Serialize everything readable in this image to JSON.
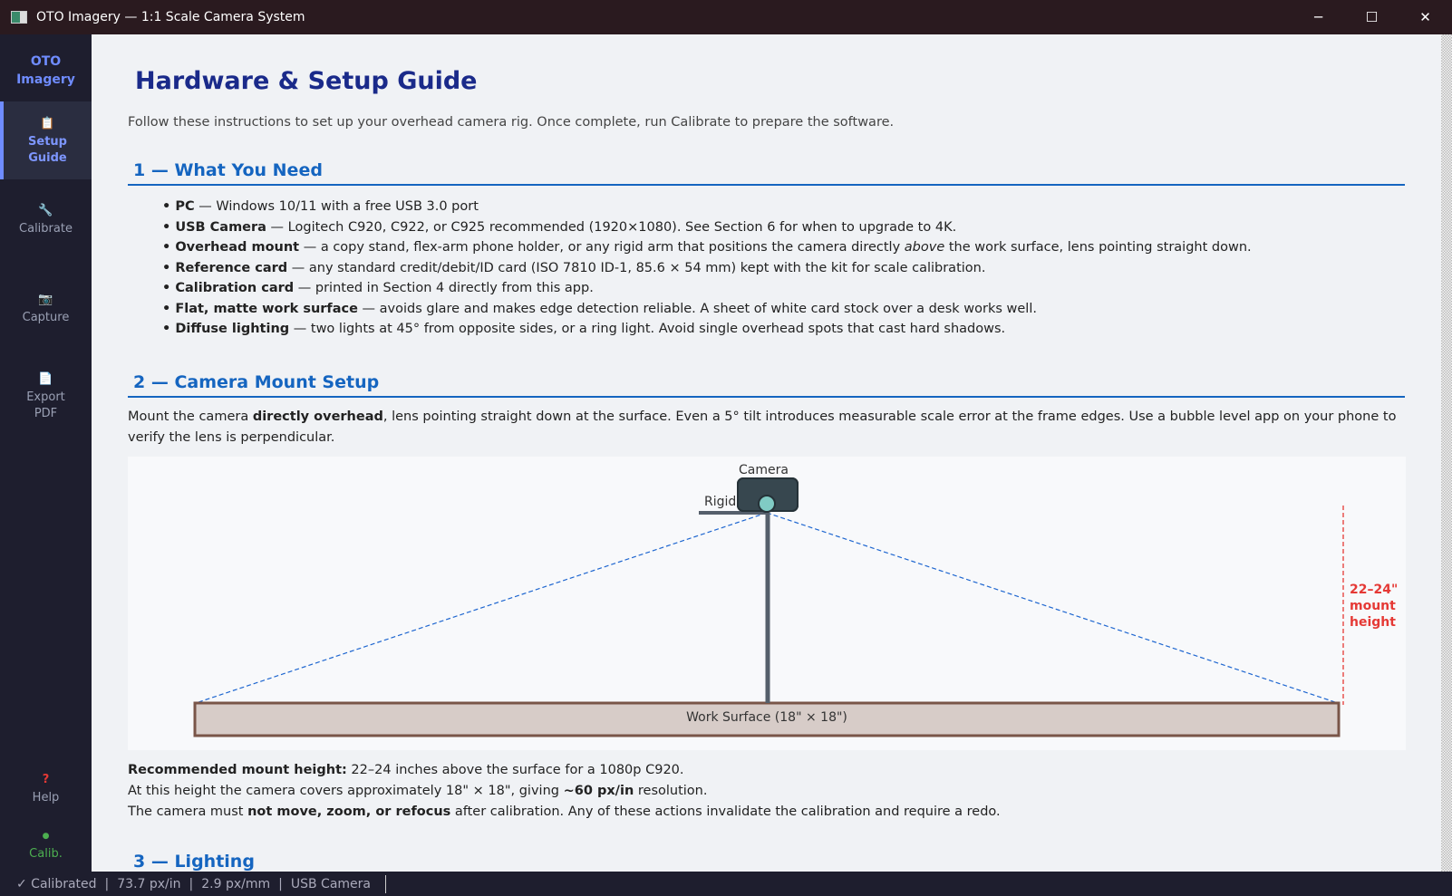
{
  "window": {
    "title": "OTO Imagery — 1:1 Scale Camera System",
    "minimize": "─",
    "maximize": "☐",
    "close": "✕"
  },
  "sidebar": {
    "logo_line1": "OTO",
    "logo_line2": "Imagery",
    "items": [
      {
        "icon": "📋",
        "label1": "Setup",
        "label2": "Guide"
      },
      {
        "icon": "🔧",
        "label1": "Calibrate",
        "label2": ""
      },
      {
        "icon": "📷",
        "label1": "Capture",
        "label2": ""
      },
      {
        "icon": "📄",
        "label1": "Export",
        "label2": "PDF"
      }
    ],
    "help": {
      "icon": "?",
      "label": "Help"
    },
    "calib": {
      "icon": "●",
      "label": "Calib.",
      "color": "#4caf50"
    }
  },
  "page": {
    "title": "Hardware & Setup Guide",
    "intro": "Follow these instructions to set up your overhead camera rig. Once complete, run Calibrate to prepare the software.",
    "section1": {
      "heading": "1 — What You Need",
      "items": [
        {
          "bold": "PC",
          "text": " — Windows 10/11 with a free USB 3.0 port"
        },
        {
          "bold": "USB Camera",
          "text": " — Logitech C920, C922, or C925 recommended (1920×1080). See Section 6 for when to upgrade to 4K."
        },
        {
          "bold": "Overhead mount",
          "text": " — a copy stand, flex-arm phone holder, or any rigid arm that positions the camera directly ",
          "em": "above",
          "text2": " the work surface, lens pointing straight down."
        },
        {
          "bold": "Reference card",
          "text": " — any standard credit/debit/ID card (ISO 7810 ID-1, 85.6 × 54 mm) kept with the kit for scale calibration."
        },
        {
          "bold": "Calibration card",
          "text": " — printed in Section 4 directly from this app."
        },
        {
          "bold": "Flat, matte work surface",
          "text": " — avoids glare and makes edge detection reliable. A sheet of white card stock over a desk works well."
        },
        {
          "bold": "Diffuse lighting",
          "text": " — two lights at 45° from opposite sides, or a ring light. Avoid single overhead spots that cast hard shadows."
        }
      ]
    },
    "section2": {
      "heading": "2 — Camera Mount Setup",
      "p1a": "Mount the camera ",
      "p1b": "directly overhead",
      "p1c": ", lens pointing straight down at the surface. Even a 5° tilt introduces measurable scale error at the frame edges. Use a bubble level app on your phone to verify the lens is perpendicular.",
      "diagram": {
        "camera": "Camera",
        "arm": "Rigid arm",
        "surface": "Work Surface (18\" × 18\")",
        "height1": "22–24\"",
        "height2": "mount",
        "height3": "height"
      },
      "n1a": "Recommended mount height:",
      "n1b": " 22–24 inches above the surface for a 1080p C920.",
      "n2a": "At this height the camera covers approximately 18\" × 18\", giving ",
      "n2b": "~60 px/in",
      "n2c": " resolution.",
      "n3a": "The camera must ",
      "n3b": "not move, zoom, or refocus",
      "n3c": " after calibration. Any of these actions invalidate the calibration and require a redo."
    },
    "section3": {
      "heading": "3 — Lighting"
    }
  },
  "status": {
    "calibrated": "✓ Calibrated",
    "ppi": "73.7 px/in",
    "ppmm": "2.9 px/mm",
    "source": "USB Camera"
  }
}
